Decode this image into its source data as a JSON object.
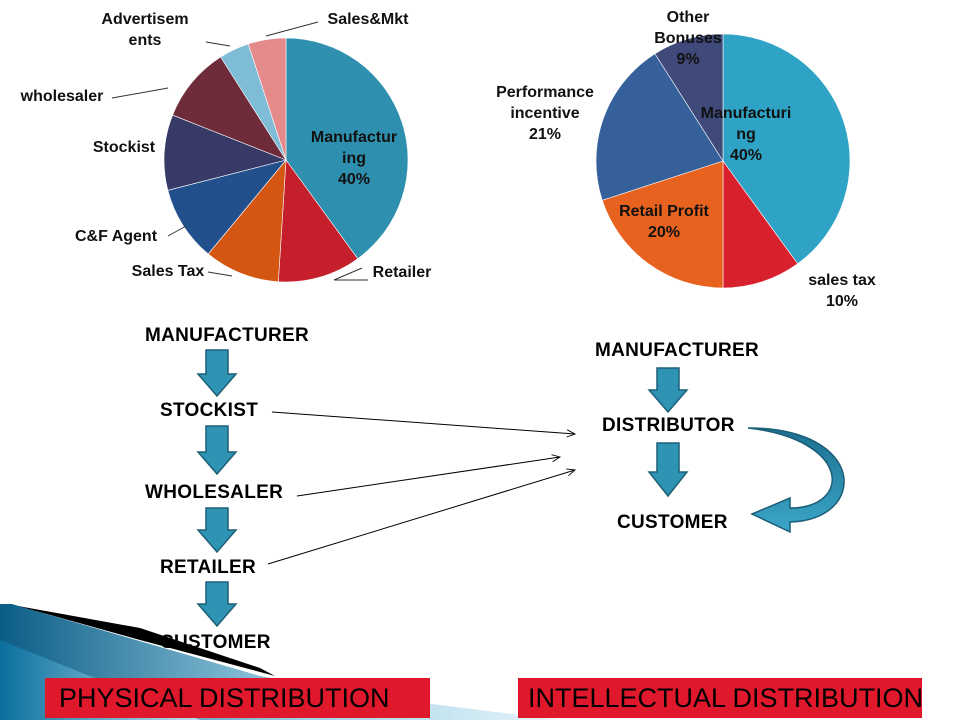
{
  "chart_data": [
    {
      "type": "pie",
      "title": "",
      "slices": [
        {
          "label": "Manufacturing",
          "display": [
            "Manufactur",
            "ing",
            "40%"
          ],
          "value": 40,
          "color": "#2e8fae"
        },
        {
          "label": "Retailer",
          "value": 11,
          "color": "#c41f2a"
        },
        {
          "label": "Sales Tax",
          "value": 10,
          "color": "#d35613"
        },
        {
          "label": "C&F Agent",
          "value": 10,
          "color": "#22508c"
        },
        {
          "label": "Stockist",
          "value": 10,
          "color": "#373a66"
        },
        {
          "label": "wholesaler",
          "value": 10,
          "color": "#6e2c3a"
        },
        {
          "label": "Advertisements",
          "display": [
            "Advertisem",
            "ents"
          ],
          "value": 4,
          "color": "#7fbcd6"
        },
        {
          "label": "Sales&Mkt",
          "value": 5,
          "color": "#e58a8a"
        }
      ]
    },
    {
      "type": "pie",
      "title": "",
      "slices": [
        {
          "label": "Manufacturing",
          "display": [
            "Manufacturi",
            "ng",
            "40%"
          ],
          "value": 40,
          "color": "#2ea3c5"
        },
        {
          "label": "sales tax",
          "display": [
            "sales tax",
            "10%"
          ],
          "value": 10,
          "color": "#d9212e"
        },
        {
          "label": "Retail Profit",
          "display": [
            "Retail Profit",
            "20%"
          ],
          "value": 20,
          "color": "#e8621f"
        },
        {
          "label": "Performance incentive",
          "display": [
            "Performance",
            "incentive",
            "21%"
          ],
          "value": 21,
          "color": "#35609a"
        },
        {
          "label": "Other Bonuses",
          "display": [
            "Other",
            "Bonuses",
            "9%"
          ],
          "value": 9,
          "color": "#3f4a7a"
        }
      ]
    }
  ],
  "physical_flow": [
    "MANUFACTURER",
    "STOCKIST",
    "WHOLESALER",
    "RETAILER",
    "CUSTOMER"
  ],
  "intellectual_flow": [
    "MANUFACTURER",
    "DISTRIBUTOR",
    "CUSTOMER"
  ],
  "banners": {
    "physical": "PHYSICAL DISTRIBUTION",
    "intellectual": "INTELLECTUAL DISTRIBUTION"
  },
  "colors": {
    "arrow_fill": "#2f93b4",
    "banner": "#e0182b"
  }
}
